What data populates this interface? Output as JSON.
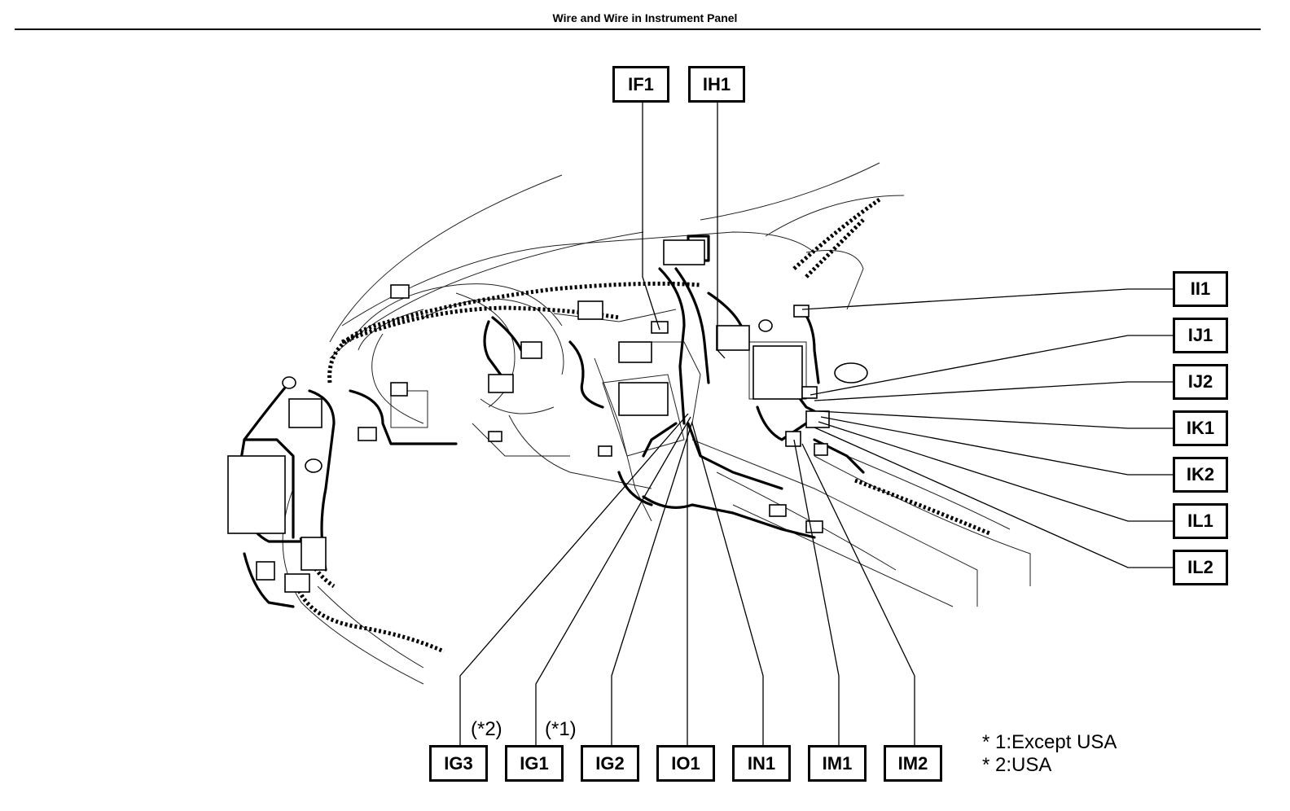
{
  "title": "Wire and Wire in Instrument Panel",
  "connectors": {
    "IF1": "IF1",
    "IH1": "IH1",
    "II1": "II1",
    "IJ1": "IJ1",
    "IJ2": "IJ2",
    "IK1": "IK1",
    "IK2": "IK2",
    "IL1": "IL1",
    "IL2": "IL2",
    "IG3": "IG3",
    "IG1": "IG1",
    "IG2": "IG2",
    "IO1": "IO1",
    "IN1": "IN1",
    "IM1": "IM1",
    "IM2": "IM2"
  },
  "annotations": {
    "ig3_note": "(*2)",
    "ig1_note": "(*1)"
  },
  "footnotes": {
    "note1": "* 1:Except USA",
    "note2": "* 2:USA"
  }
}
